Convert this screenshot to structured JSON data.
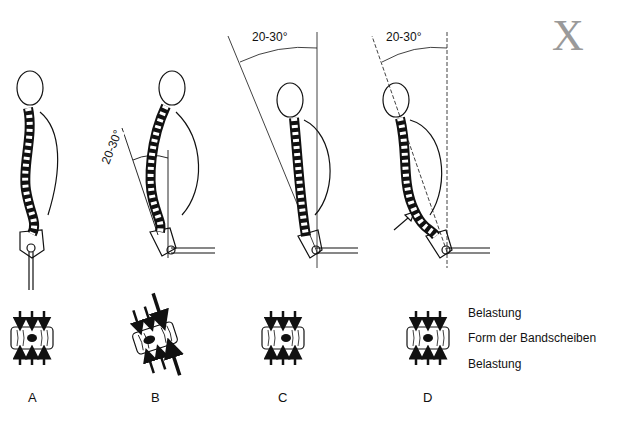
{
  "diagram": {
    "labels": [
      "20-30°",
      "20-30°",
      "20-30°",
      "A",
      "B",
      "C",
      "D",
      "Belastung",
      "Form der Bandscheiben",
      "Belastung",
      "X"
    ]
  }
}
